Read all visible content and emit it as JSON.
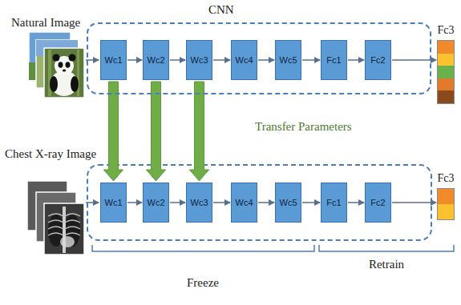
{
  "diagram": {
    "nodes": [
      {
        "text": [
          "CNN"
        ]
      },
      {
        "text": [
          "Wc1"
        ],
        "in": 0
      },
      {
        "text": [
          "Wc2"
        ],
        "in": 0
      },
      {
        "text": [
          "Wc3"
        ],
        "in": 0
      },
      {
        "text": [
          "Wc4"
        ],
        "in": 0
      },
      {
        "text": [
          "Wc5"
        ],
        "in": 0
      },
      {
        "text": [
          "Fc1"
        ],
        "in": 0
      },
      {
        "text": [
          "Fc2"
        ],
        "in": 0
      },
      {
        "text": [
          "Fc3"
        ]
      },
      {
        "text": [
          "Wc1"
        ]
      },
      {
        "text": [
          "Wc2"
        ]
      },
      {
        "text": [
          "Wc3"
        ]
      },
      {
        "text": [
          "Wc4"
        ]
      },
      {
        "text": [
          "Wc5"
        ]
      },
      {
        "text": [
          "Fc1"
        ]
      },
      {
        "text": [
          "Fc2"
        ]
      },
      {
        "text": [
          "Fc3"
        ]
      }
    ],
    "edges": [
      {
        "from": 1,
        "to": 2,
        "arrow": "to"
      },
      {
        "from": 2,
        "to": 3,
        "arrow": "to"
      },
      {
        "from": 3,
        "to": 4,
        "arrow": "to"
      },
      {
        "from": 4,
        "to": 5,
        "arrow": "to"
      },
      {
        "from": 5,
        "to": 6,
        "arrow": "to"
      },
      {
        "from": 6,
        "to": 7,
        "arrow": "to"
      },
      {
        "from": 7,
        "to": 8,
        "arrow": "to"
      },
      {
        "from": 1,
        "to": 9,
        "arrow": "to"
      },
      {
        "from": 2,
        "to": 10,
        "arrow": "to"
      },
      {
        "from": 3,
        "to": 11,
        "arrow": "to"
      },
      {
        "from": 9,
        "to": 10,
        "arrow": "to"
      },
      {
        "from": 10,
        "to": 11,
        "arrow": "to"
      },
      {
        "from": 11,
        "to": 12,
        "arrow": "to"
      },
      {
        "from": 12,
        "to": 13,
        "arrow": "to"
      },
      {
        "from": 13,
        "to": 14,
        "arrow": "to"
      },
      {
        "from": 14,
        "to": 15,
        "arrow": "to"
      },
      {
        "from": 15,
        "to": 16,
        "arrow": "to"
      }
    ],
    "labels": [
      "Natural Image",
      "Transfer Parameters",
      "Chest X-ray Image",
      "Freeze",
      "Retrain"
    ]
  }
}
